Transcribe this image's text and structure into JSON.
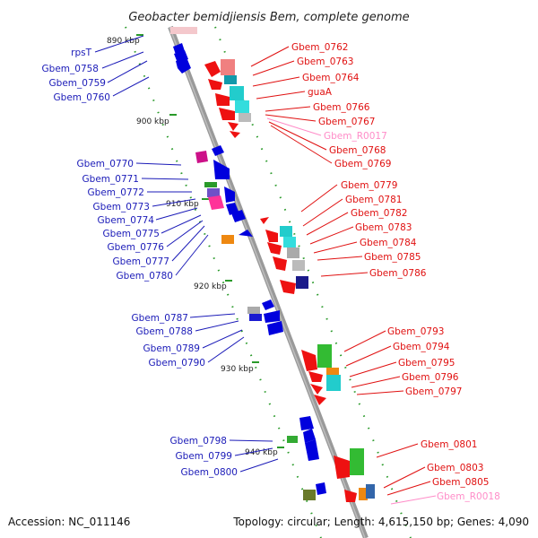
{
  "title": "Geobacter bemidjiensis Bem, complete genome",
  "footer": {
    "accession": "Accession: NC_011146",
    "topology": "Topology: circular; Length: 4,615,150 bp; Genes: 4,090"
  },
  "colors": {
    "left_labels": "#1b1bb8",
    "right_labels": "#e01010",
    "rna_labels": "#ff8cc8",
    "backbone": "#888888",
    "tick": "#2a9a2a"
  },
  "kbp_markers": [
    "890 kbp",
    "900 kbp",
    "910 kbp",
    "920 kbp",
    "930 kbp",
    "940 kbp"
  ],
  "left_labels": [
    "rpsT",
    "Gbem_0758",
    "Gbem_0759",
    "Gbem_0760",
    "Gbem_0770",
    "Gbem_0771",
    "Gbem_0772",
    "Gbem_0773",
    "Gbem_0774",
    "Gbem_0775",
    "Gbem_0776",
    "Gbem_0777",
    "Gbem_0780",
    "Gbem_0787",
    "Gbem_0788",
    "Gbem_0789",
    "Gbem_0790",
    "Gbem_0798",
    "Gbem_0799",
    "Gbem_0800"
  ],
  "right_labels": [
    "Gbem_0762",
    "Gbem_0763",
    "Gbem_0764",
    "guaA",
    "Gbem_0766",
    "Gbem_0767",
    "Gbem_R0017",
    "Gbem_0768",
    "Gbem_0769",
    "Gbem_0779",
    "Gbem_0781",
    "Gbem_0782",
    "Gbem_0783",
    "Gbem_0784",
    "Gbem_0785",
    "Gbem_0786",
    "Gbem_0793",
    "Gbem_0794",
    "Gbem_0795",
    "Gbem_0796",
    "Gbem_0797",
    "Gbem_0801",
    "Gbem_0803",
    "Gbem_0805",
    "Gbem_R0018"
  ]
}
